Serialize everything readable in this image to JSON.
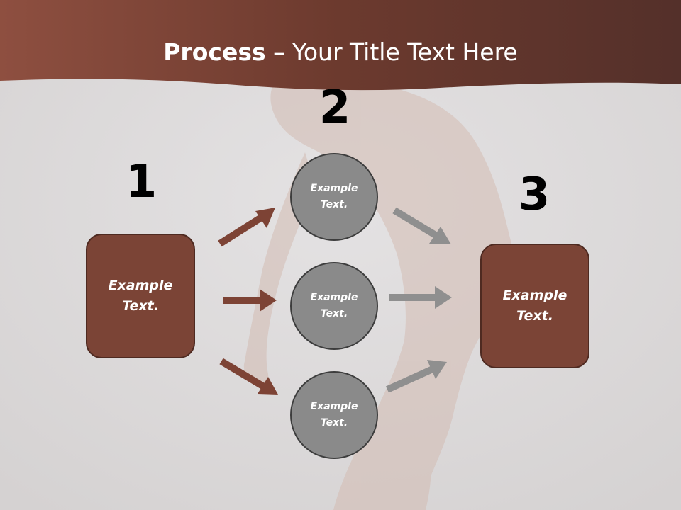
{
  "title": {
    "bold": "Process",
    "separator": " – ",
    "rest": "Your Title Text Here"
  },
  "steps": {
    "one": {
      "number": "1",
      "line1": "Example",
      "line2": "Text."
    },
    "two": {
      "number": "2",
      "circles": [
        {
          "line1": "Example",
          "line2": "Text."
        },
        {
          "line1": "Example",
          "line2": "Text."
        },
        {
          "line1": "Example",
          "line2": "Text."
        }
      ]
    },
    "three": {
      "number": "3",
      "line1": "Example",
      "line2": "Text."
    }
  },
  "colors": {
    "header": "#7a4536",
    "box_fill": "#7b4436",
    "circle_fill": "#8a8a8a",
    "arrow_brown": "#7d4335",
    "arrow_gray": "#8f8f8f",
    "background": "#dedcdc"
  }
}
